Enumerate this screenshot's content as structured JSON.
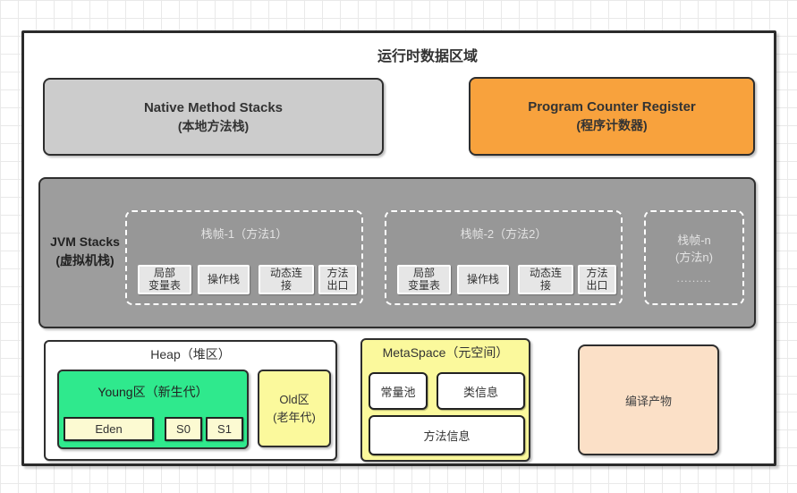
{
  "title": "运行时数据区域",
  "native": {
    "title": "Native Method Stacks",
    "subtitle": "(本地方法栈)"
  },
  "pcr": {
    "title": "Program Counter Register",
    "subtitle": "(程序计数器)"
  },
  "jvm": {
    "label_en": "JVM Stacks",
    "label_cn": "(虚拟机栈)",
    "frames": [
      {
        "title": "栈帧-1（方法1）",
        "cells": [
          "局部\n变量表",
          "操作栈",
          "动态连\n接",
          "方法\n出口"
        ]
      },
      {
        "title": "栈帧-2（方法2）",
        "cells": [
          "局部\n变量表",
          "操作栈",
          "动态连\n接",
          "方法\n出口"
        ]
      }
    ],
    "frame_n": {
      "title": "栈帧-n",
      "subtitle": "(方法n)",
      "dots": "........."
    }
  },
  "heap": {
    "title": "Heap（堆区）",
    "young": {
      "title": "Young区（新生代）",
      "cells": [
        "Eden",
        "S0",
        "S1"
      ]
    },
    "old": {
      "title": "Old区",
      "subtitle": "(老年代)"
    }
  },
  "metaspace": {
    "title": "MetaSpace（元空间）",
    "cells": [
      "常量池",
      "类信息",
      "方法信息"
    ]
  },
  "compiled": {
    "title": "编译产物"
  },
  "colors": {
    "native_fill": "#cccccc",
    "pcr_fill": "#f8a23d",
    "jvm_fill": "#9d9d9d",
    "frame_fill": "#979797",
    "young_fill": "#2fe98d",
    "yellow_fill": "#fbf99c",
    "pale_yellow_fill": "#fcfad2",
    "peach_fill": "#fbe0c7"
  }
}
